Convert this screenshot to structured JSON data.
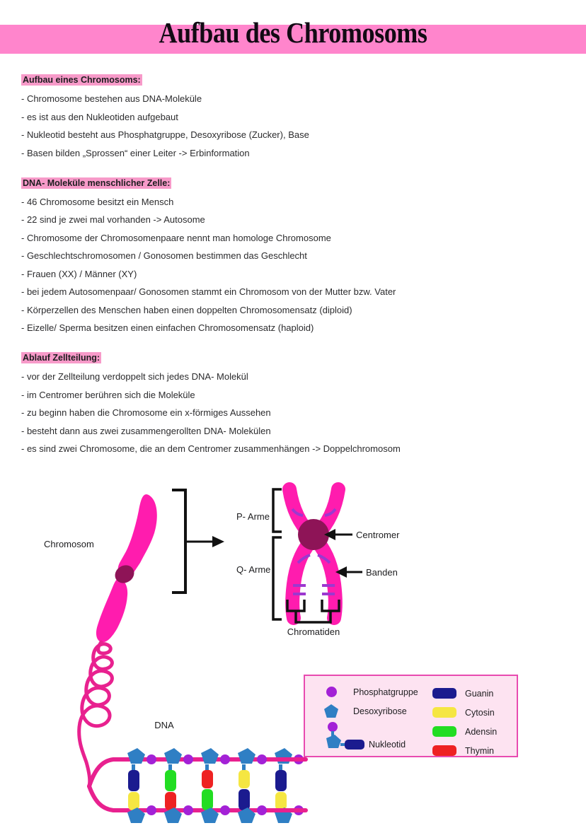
{
  "document": {
    "title": "Aufbau des Chromosoms"
  },
  "colors": {
    "title_band": "#ff85cc",
    "highlight": "#f79ac9",
    "chromosome": "#ff1cae",
    "centromere": "#8e1457",
    "band": "#9c38cf",
    "strand": "#e8218f",
    "phosphate": "#a321d6",
    "sugar": "#2f7fc4",
    "guanin": "#1b1b8f",
    "cytosin": "#f5e642",
    "adensin": "#22dd22",
    "thymin": "#ee2222",
    "legend_bg": "#fde3f1",
    "legend_border": "#e84bb0",
    "text": "#2b2b2d"
  },
  "sections": [
    {
      "heading": "Aufbau eines Chromosoms:",
      "bullets": [
        "- Chromosome bestehen aus DNA-Moleküle",
        "- es ist aus den Nukleotiden aufgebaut",
        "- Nukleotid besteht aus Phosphatgruppe, Desoxyribose (Zucker), Base",
        "- Basen bilden „Sprossen“ einer Leiter -> Erbinformation"
      ]
    },
    {
      "heading": "DNA- Moleküle menschlicher Zelle:",
      "bullets": [
        "- 46 Chromosome besitzt ein Mensch",
        "- 22 sind je zwei mal vorhanden -> Autosome",
        "- Chromosome der Chromosomenpaare nennt man homologe Chromosome",
        "- Geschlechtschromosomen / Gonosomen bestimmen das Geschlecht",
        "- Frauen (XX) / Männer (XY)",
        "- bei jedem Autosomenpaar/ Gonosomen stammt ein Chromosom von der Mutter bzw. Vater",
        "- Körperzellen des Menschen haben einen doppelten Chromosomensatz (diploid)",
        "- Eizelle/ Sperma besitzen einen einfachen Chromosomensatz (haploid)"
      ]
    },
    {
      "heading": "Ablauf Zellteilung:",
      "bullets": [
        "- vor der Zellteilung verdoppelt sich jedes DNA- Molekül",
        "- im Centromer berühren sich die Moleküle",
        "- zu beginn haben die Chromosome ein x-förmiges Aussehen",
        "- besteht dann aus zwei zusammengerollten DNA- Molekülen",
        "- es sind zwei Chromosome, die an dem Centromer zusammenhängen -> Doppelchromosom"
      ]
    }
  ],
  "diagram": {
    "labels": {
      "chromosom": "Chromosom",
      "p_arme": "P- Arme",
      "q_arme": "Q- Arme",
      "centromer": "Centromer",
      "banden": "Banden",
      "chromatiden": "Chromatiden",
      "dna": "DNA"
    }
  },
  "legend": {
    "left": [
      {
        "label": "Phosphatgruppe",
        "shape": "circle",
        "color": "#a321d6"
      },
      {
        "label": "Desoxyribose",
        "shape": "pentagon",
        "color": "#2f7fc4"
      }
    ],
    "nukleotid": {
      "label": "Nukleotid"
    },
    "right": [
      {
        "label": "Guanin",
        "color": "#1b1b8f"
      },
      {
        "label": "Cytosin",
        "color": "#f5e642"
      },
      {
        "label": "Adensin",
        "color": "#22dd22"
      },
      {
        "label": "Thymin",
        "color": "#ee2222"
      }
    ]
  },
  "dna_ladder": {
    "rungs": [
      {
        "top": "guanin",
        "bottom": "cytosin"
      },
      {
        "top": "adensin",
        "bottom": "thymin"
      },
      {
        "top": "thymin",
        "bottom": "adensin"
      },
      {
        "top": "cytosin",
        "bottom": "guanin"
      },
      {
        "top": "guanin",
        "bottom": "cytosin"
      }
    ]
  }
}
